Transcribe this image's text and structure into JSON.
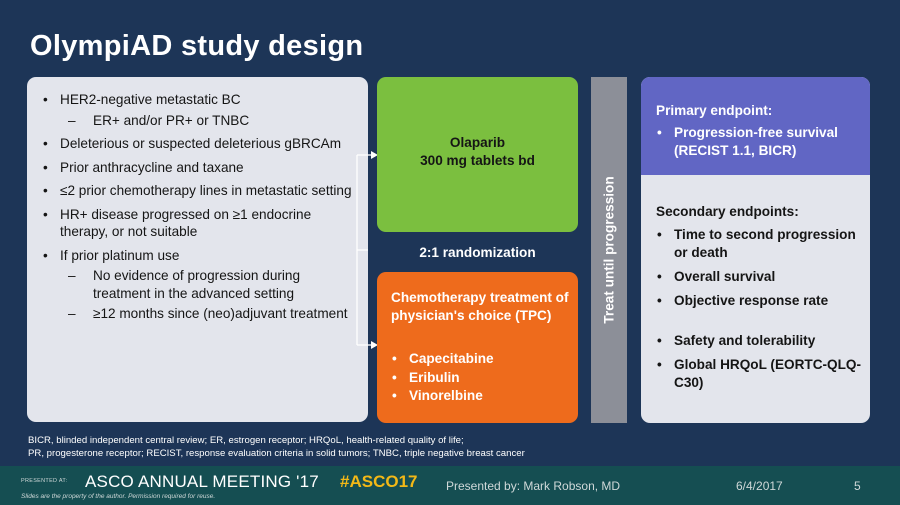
{
  "title": "OlympiAD study design",
  "eligibility": [
    {
      "level": "main",
      "text": "HER2-negative metastatic BC"
    },
    {
      "level": "sub",
      "text": "ER+ and/or PR+ or TNBC"
    },
    {
      "level": "main",
      "text": "Deleterious or suspected deleterious gBRCAm"
    },
    {
      "level": "main",
      "text": "Prior anthracycline and taxane"
    },
    {
      "level": "main",
      "text": "≤2 prior chemotherapy lines in metastatic setting"
    },
    {
      "level": "main",
      "text": "HR+ disease progressed on ≥1 endocrine therapy, or not suitable"
    },
    {
      "level": "main",
      "text": "If prior platinum use"
    },
    {
      "level": "sub",
      "text": "No evidence of progression during treatment in the advanced setting"
    },
    {
      "level": "sub",
      "text": "≥12 months since (neo)adjuvant treatment"
    }
  ],
  "olaparib_arm": {
    "line1": "Olaparib",
    "line2": "300 mg tablets bd"
  },
  "randomization": "2:1 randomization",
  "tpc_arm": {
    "heading": "Chemotherapy treatment of physician's choice (TPC)",
    "items": [
      "Capecitabine",
      "Eribulin",
      "Vinorelbine"
    ]
  },
  "treat_label": "Treat until progression",
  "primary": {
    "title": "Primary endpoint:",
    "items": [
      "Progression-free survival (RECIST 1.1, BICR)"
    ]
  },
  "secondary": {
    "title": "Secondary endpoints:",
    "items": [
      "Time to second progression or death",
      "Overall survival",
      "Objective response rate",
      "Safety and tolerability",
      "Global HRQoL (EORTC-QLQ-C30)"
    ]
  },
  "footnote": {
    "line1": "BICR, blinded independent central review; ER, estrogen receptor; HRQoL, health-related quality of life;",
    "line2": "PR, progesterone receptor; RECIST, response evaluation criteria in solid tumors; TNBC, triple negative breast cancer"
  },
  "footer": {
    "presented_at": "PRESENTED AT:",
    "meeting": "ASCO ANNUAL MEETING '17",
    "hashtag": "#ASCO17",
    "disclaimer": "Slides are the property of the author. Permission required for reuse.",
    "presenter": "Presented by: Mark Robson, MD",
    "date": "6/4/2017",
    "slide_number": "5"
  },
  "colors": {
    "background": "#1d3557",
    "panel": "#e3e5ec",
    "olaparib": "#7bbf3f",
    "tpc": "#ee6b1c",
    "primary": "#6166c4",
    "treat_bar": "#8c8f98",
    "footer": "#154e52",
    "hashtag": "#f2b817"
  }
}
